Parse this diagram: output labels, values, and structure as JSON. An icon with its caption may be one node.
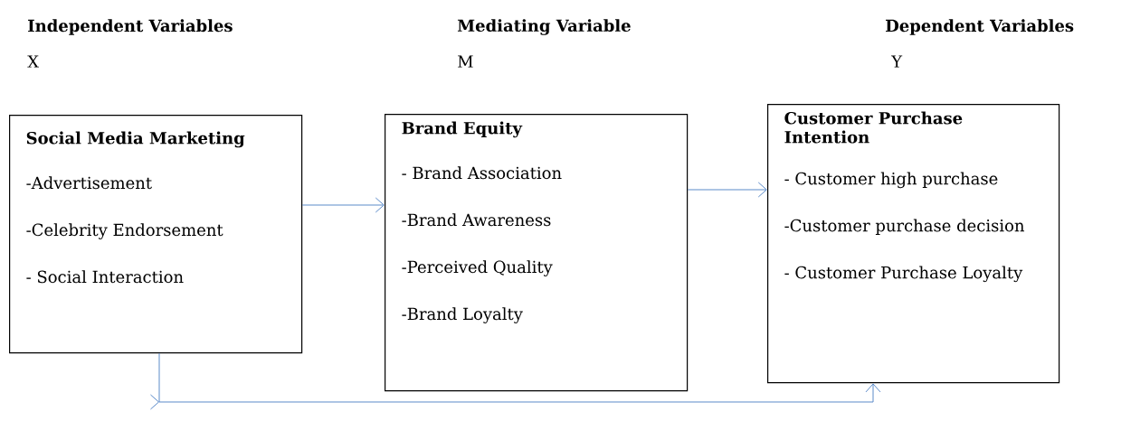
{
  "diagram": {
    "nodes": [
      {
        "text": [
          "Social Media Marketing",
          "-Advertisement",
          "-Celebrity Endorsement",
          "- Social Interaction"
        ]
      },
      {
        "text": [
          "Brand Equity",
          "- Brand Association",
          "-Brand Awareness",
          "-Perceived Quality",
          "-Brand Loyalty"
        ]
      },
      {
        "text": [
          "Customer Purchase Intention",
          "- Customer high purchase",
          "-Customer purchase decision",
          "- Customer Purchase Loyalty"
        ]
      }
    ],
    "edges": [
      {
        "from": 0,
        "to": 1,
        "arrow": "to"
      },
      {
        "from": 1,
        "to": 2,
        "arrow": "to"
      },
      {
        "from": 0,
        "to": 2,
        "arrow": "to"
      }
    ],
    "labels": [
      "Independent Variables",
      "Mediating Variable",
      "Dependent Variables",
      "X",
      "M",
      "Y"
    ]
  }
}
